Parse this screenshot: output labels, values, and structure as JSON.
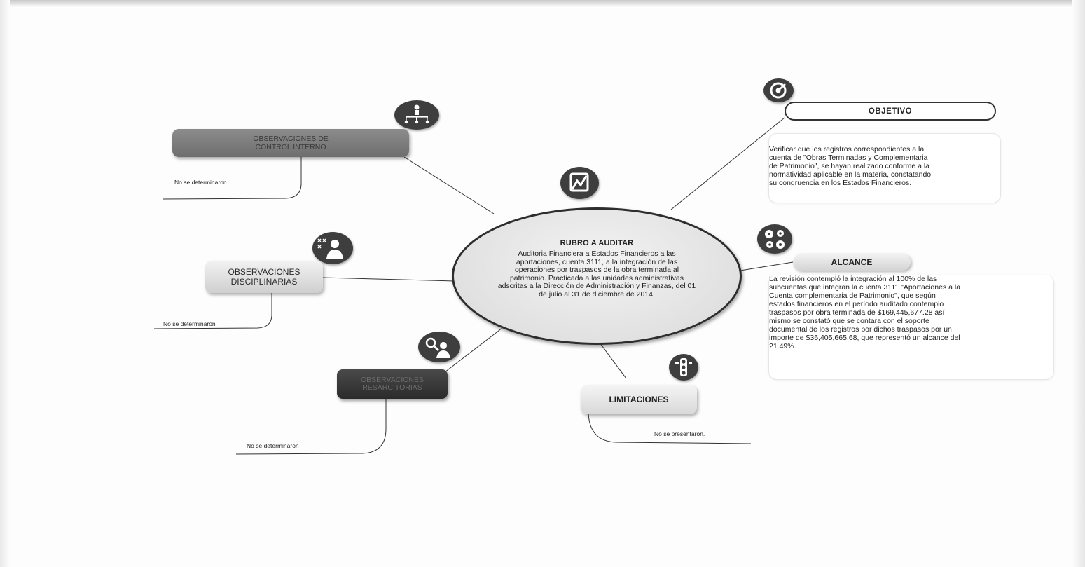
{
  "center": {
    "title": "RUBRO A AUDITAR",
    "lines": [
      "Auditoria Financiera a Estados Financieros a las",
      "aportaciones, cuenta 3111, a la integración de las",
      "operaciones por traspasos de la obra terminada al",
      "patrimonio. Practicada a las unidades administrativas",
      "adscritas a la Dirección de Administración y Finanzas, del 01",
      "de julio al 31 de diciembre de 2014."
    ]
  },
  "objetivo": {
    "label": "OBJETIVO",
    "lines": [
      "Verificar que los registros correspondientes a la",
      "cuenta de \"Obras Terminadas y Complementaria",
      "de Patrimonio\", se hayan realizado conforme a la",
      "normatividad aplicable en la materia, constatando",
      "su congruencia en los Estados Financieros."
    ]
  },
  "alcance": {
    "label": "ALCANCE",
    "lines": [
      "La revisión contempló la integración al 100% de las",
      "subcuentas que integran la cuenta 3111 \"Aportaciones a la",
      "Cuenta complementaria de Patrimonio\", que según",
      "estados financieros en el período auditado contemplo",
      "traspasos por obra terminada de $169,445,677.28 así",
      "mismo se constató que se contara con el soporte",
      "documental de los registros por dichos traspasos por un",
      "importe de $36,405,665.68, que representó un alcance del",
      "21.49%."
    ]
  },
  "limitaciones": {
    "label": "LIMITACIONES",
    "note": "No se presentaron."
  },
  "control_interno": {
    "line1": "OBSERVACIONES DE",
    "line2": "CONTROL INTERNO",
    "note": "No se determinaron."
  },
  "disciplinarias": {
    "line1": "OBSERVACIONES",
    "line2": "DISCIPLINARIAS",
    "note": "No se determinaron"
  },
  "resarcitorias": {
    "line1": "OBSERVACIONES",
    "line2": "RESARCITORIAS",
    "note": "No se determinaron"
  },
  "icons": {
    "center": "chart-icon",
    "objetivo": "target-icon",
    "alcance": "gears-icon",
    "limitaciones": "traffic-light-icon",
    "control_interno": "org-chart-icon",
    "disciplinarias": "strategy-person-icon",
    "resarcitorias": "magnifier-person-icon"
  }
}
